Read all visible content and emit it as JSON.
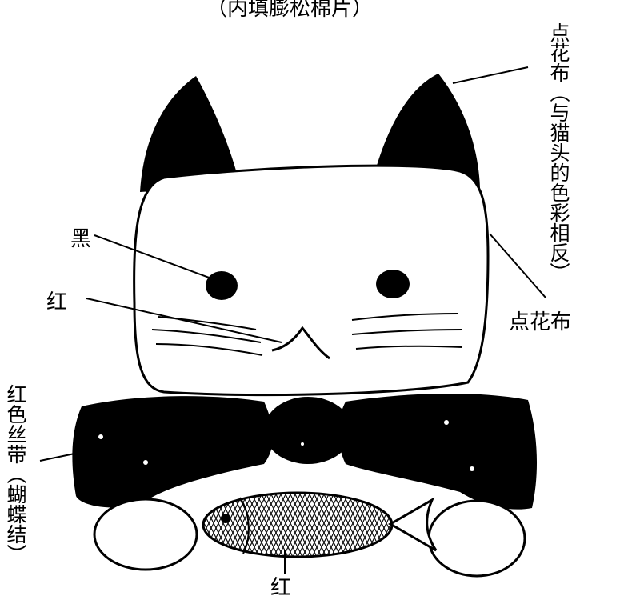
{
  "top_caption": "（内填膨松棉片）",
  "labels": {
    "ear_note": "点花布（与猫头的色彩相反）",
    "eye": "黑",
    "nose": "红",
    "face_cloth": "点花布",
    "ribbon": "红色丝带（蝴蝶结）",
    "fish": "红"
  },
  "colors": {
    "ink": "#000000",
    "paper": "#ffffff"
  }
}
